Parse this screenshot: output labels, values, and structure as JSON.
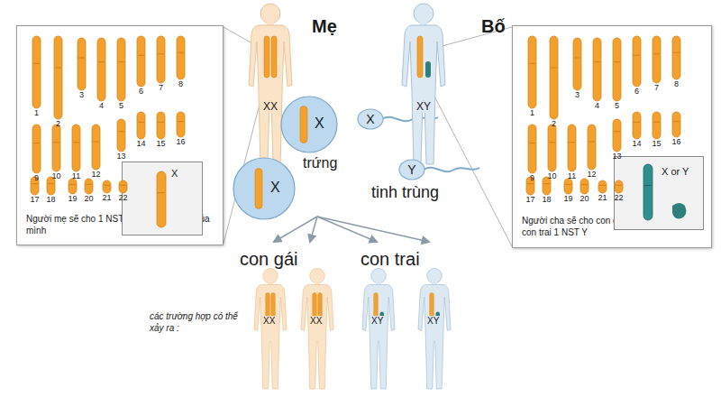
{
  "diagram": {
    "nodes": [
      {
        "text": [
          "Người mẹ sẽ cho 1 NST X cho người con của mình"
        ]
      },
      {
        "text": [
          "X"
        ],
        "in": 0
      },
      {
        "text": [
          "Người cha sẽ cho con gái 1 NST X hoặc cho con trai 1 NST Y"
        ]
      },
      {
        "text": [
          "X or Y"
        ],
        "in": 2
      },
      {
        "text": [
          "X"
        ]
      },
      {
        "text": [
          "X"
        ]
      },
      {
        "text": [
          "X"
        ]
      },
      {
        "text": [
          "Y"
        ]
      }
    ],
    "labels": [
      "Mẹ",
      "Bố",
      "XX",
      "XY",
      "trứng",
      "tinh trùng",
      "1",
      "2",
      "3",
      "4",
      "5",
      "6",
      "7",
      "8",
      "9",
      "10",
      "11",
      "12",
      "13",
      "14",
      "15",
      "16",
      "17",
      "18",
      "19",
      "20",
      "21",
      "22",
      "1",
      "2",
      "3",
      "4",
      "5",
      "6",
      "7",
      "8",
      "9",
      "10",
      "11",
      "12",
      "13",
      "14",
      "15",
      "16",
      "17",
      "18",
      "19",
      "20",
      "21",
      "22",
      "con gái",
      "con trai",
      "các trường hợp có thể xảy ra :",
      "XX",
      "XX",
      "XY",
      "XY"
    ]
  }
}
